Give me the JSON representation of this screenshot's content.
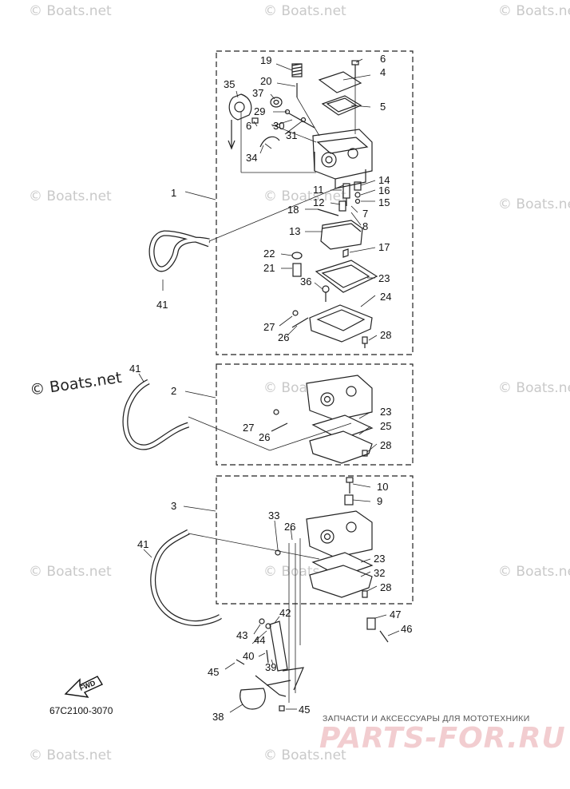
{
  "watermark": "© Boats.net",
  "watermark_prominent": "© Boats.net",
  "diagram_code": "67C2100-3070",
  "fwd_label": "FWD",
  "promo": {
    "tagline": "ЗАПЧАСТИ И АКСЕССУАРЫ ДЛЯ МОТОТЕХНИКИ",
    "logo": "PARTS-FOR.RU"
  },
  "labels": {
    "a1": "1",
    "a2": "2",
    "a3": "3",
    "a4": "4",
    "a5": "5",
    "a6": "6",
    "a6b": "6",
    "a7": "7",
    "a8": "8",
    "a9": "9",
    "a10": "10",
    "a11": "11",
    "a12": "12",
    "a13": "13",
    "a14": "14",
    "a15": "15",
    "a16": "16",
    "a17": "17",
    "a18": "18",
    "a19": "19",
    "a20": "20",
    "a21": "21",
    "a22": "22",
    "a23a": "23",
    "a23b": "23",
    "a23c": "23",
    "a24": "24",
    "a25": "25",
    "a26a": "26",
    "a26b": "26",
    "a26c": "26",
    "a27a": "27",
    "a27b": "27",
    "a28a": "28",
    "a28b": "28",
    "a28c": "28",
    "a29": "29",
    "a30": "30",
    "a31": "31",
    "a32": "32",
    "a33": "33",
    "a34": "34",
    "a35": "35",
    "a36": "36",
    "a37": "37",
    "a38": "38",
    "a39": "39",
    "a40": "40",
    "a41a": "41",
    "a41b": "41",
    "a41c": "41",
    "a42": "42",
    "a43": "43",
    "a44": "44",
    "a45a": "45",
    "a45b": "45",
    "a46": "46",
    "a47": "47"
  }
}
